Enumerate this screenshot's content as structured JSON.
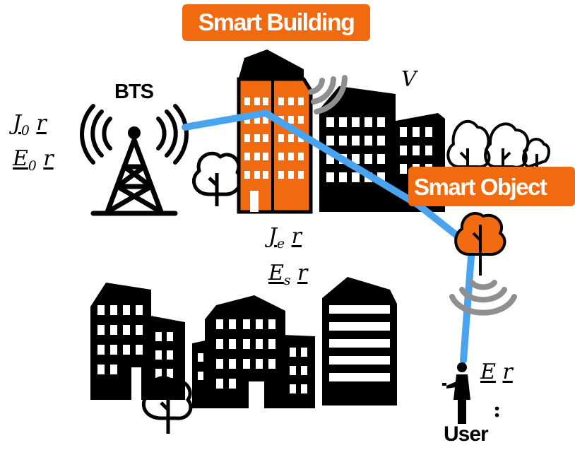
{
  "labels": {
    "smart_building": "Smart Building",
    "smart_object": "Smart Object",
    "bts": "BTS",
    "user": "User",
    "volume": "V",
    "dots": ":"
  },
  "equations": {
    "j0": {
      "sym": "J",
      "sub": "0",
      "arg": "r"
    },
    "e0": {
      "sym": "E",
      "sub": "0",
      "arg": "r"
    },
    "je": {
      "sym": "J",
      "sub": "e",
      "arg": "r"
    },
    "es": {
      "sym": "E",
      "sub": "s",
      "arg": "r"
    },
    "e": {
      "sym": "E",
      "sub": "",
      "arg": "r"
    }
  },
  "colors": {
    "accent": "#f26a10",
    "link": "#4aa3ee",
    "signal": "#8f8f8f",
    "ink": "#000000"
  },
  "icons": [
    "cell-tower-icon",
    "wifi-signal-icon",
    "tree-icon",
    "building-icon",
    "person-icon"
  ]
}
